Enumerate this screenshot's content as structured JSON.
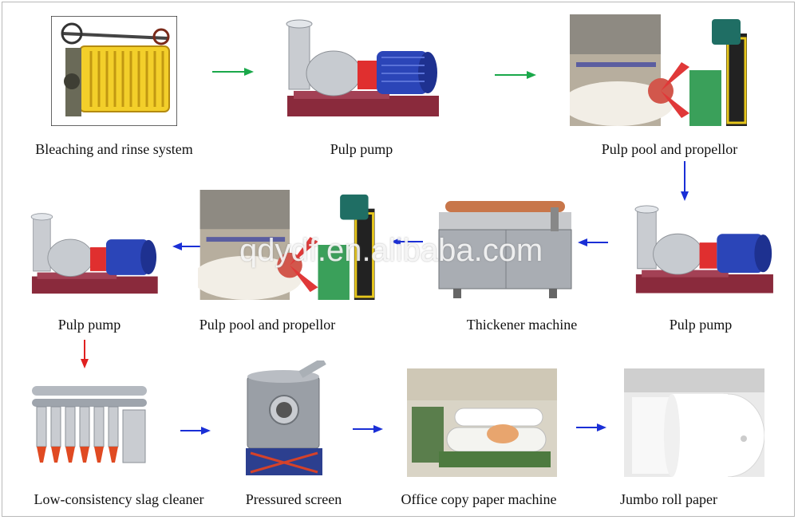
{
  "watermark": "qdydf.en.alibaba.com",
  "steps": {
    "bleaching": "Bleaching and rinse system",
    "pump1": "Pulp pump",
    "pool1": "Pulp pool and propellor",
    "pump2": "Pulp pump",
    "thickener": "Thickener machine",
    "pool2": "Pulp pool and propellor",
    "pump3": "Pulp pump",
    "cleaner": "Low-consistency slag cleaner",
    "screen": "Pressured screen",
    "paper_machine": "Office copy paper machine",
    "jumbo": "Jumbo roll paper"
  },
  "colors": {
    "arrow_green": "#1aa84a",
    "arrow_blue": "#1a2fd6",
    "arrow_red": "#e02020"
  }
}
